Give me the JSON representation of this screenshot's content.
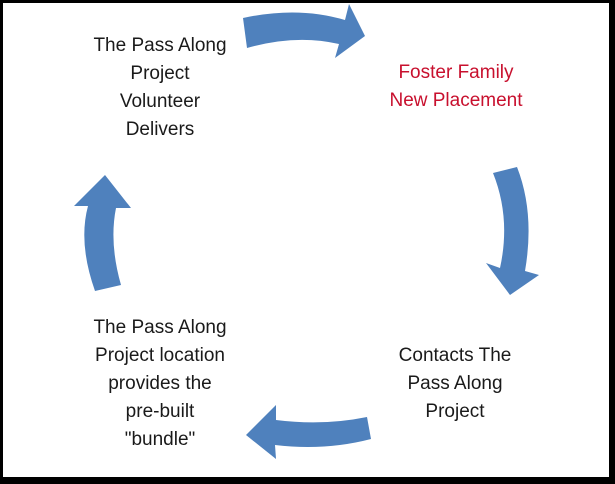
{
  "diagram": {
    "nodes": [
      {
        "id": "volunteer",
        "lines": [
          "The Pass Along",
          "Project",
          "Volunteer",
          "Delivers"
        ]
      },
      {
        "id": "foster",
        "lines": [
          "Foster Family",
          "New Placement"
        ]
      },
      {
        "id": "contacts",
        "lines": [
          "Contacts The",
          "Pass Along",
          "Project"
        ]
      },
      {
        "id": "location",
        "lines": [
          "The Pass Along",
          "Project location",
          "provides the",
          "pre-built",
          "\"bundle\""
        ]
      }
    ],
    "edges": [
      {
        "from": "volunteer",
        "to": "foster"
      },
      {
        "from": "foster",
        "to": "contacts"
      },
      {
        "from": "contacts",
        "to": "location"
      },
      {
        "from": "location",
        "to": "volunteer"
      }
    ]
  },
  "colors": {
    "arrow": "#4f81bd",
    "highlight_text": "#c8102e",
    "text": "#1a1a1a",
    "background": "#ffffff",
    "frame": "#000000"
  }
}
